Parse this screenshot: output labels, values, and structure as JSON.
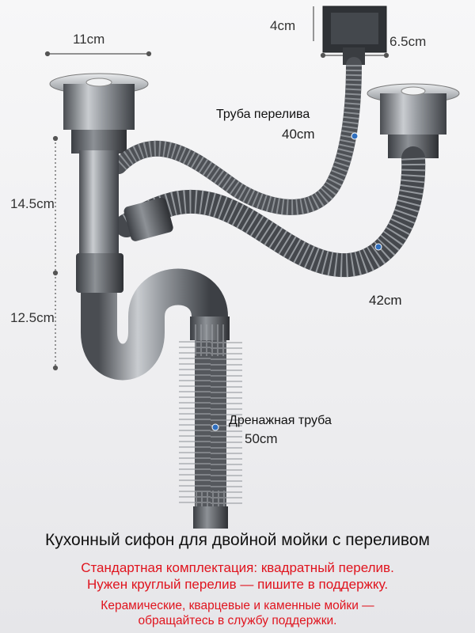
{
  "dimensions": {
    "drain_width": "11cm",
    "overflow_height": "4cm",
    "overflow_width": "6.5cm",
    "upper_height": "14.5cm",
    "lower_height": "12.5cm",
    "right_hose_length": "42cm"
  },
  "labels": {
    "overflow_pipe_name": "Труба перелива",
    "overflow_pipe_length": "40cm",
    "drain_pipe_name": "Дренажная труба",
    "drain_pipe_length": "50cm"
  },
  "title": "Кухонный сифон для двойной мойки с переливом",
  "notices": [
    "Стандартная комплектация: квадратный перелив.",
    "Нужен круглый перелив — пишите в поддержку.",
    "Керамические, кварцевые и каменные мойки —",
    "обращайтесь в службу поддержки."
  ],
  "colors": {
    "notice": "#e0141e",
    "title": "#111111",
    "metal": "#6f7277"
  }
}
